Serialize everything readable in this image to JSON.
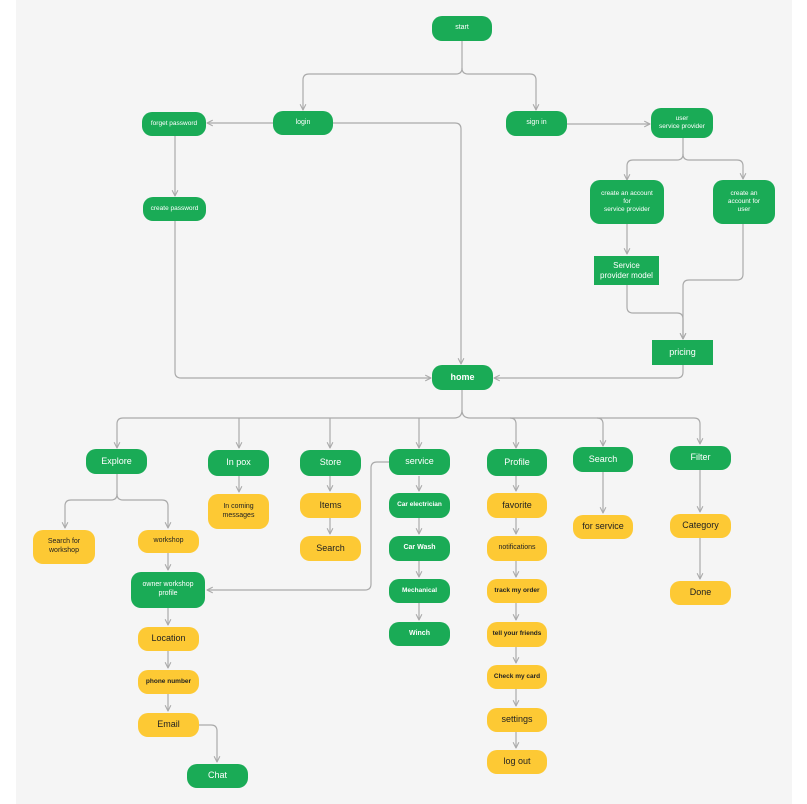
{
  "colors": {
    "green": "#1aab56",
    "yellow": "#fdc934",
    "edge": "#aaaaaa",
    "frame": "#f5f5f5"
  },
  "nodes": {
    "start": "start",
    "login": "login",
    "sign_in": "sign in",
    "forget_password": "forget password",
    "create_password": "create password",
    "user_service_provider": "user\nservice provider",
    "create_account_service_provider": "create an account\nfor\nservice provider",
    "create_account_user": "create an\naccount for\nuser",
    "service_provider_model": "Service\nprovider model",
    "pricing": "pricing",
    "home": "home",
    "explore": "Explore",
    "inbox": "In pox",
    "store": "Store",
    "service": "service",
    "profile": "Profile",
    "search": "Search",
    "filter": "Filter",
    "search_for_workshop": "Search for\nworkshop",
    "workshop": "workshop",
    "owner_workshop_profile": "owner workshop\nprofile",
    "location": "Location",
    "phone_number": "phone number",
    "email": "Email",
    "chat": "Chat",
    "incoming_messages": "In coming\nmessages",
    "items": "Items",
    "store_search": "Search",
    "car_electrician": "Car electrician",
    "car_wash": "Car Wash",
    "mechanical": "Mechanical",
    "winch": "Winch",
    "favorite": "favorite",
    "notifications": "notifications",
    "track_my_order": "track my order",
    "tell_your_friends": "tell your friends",
    "check_my_card": "Check my card",
    "settings": "settings",
    "log_out": "log out",
    "for_service": "for service",
    "category": "Category",
    "done": "Done"
  }
}
